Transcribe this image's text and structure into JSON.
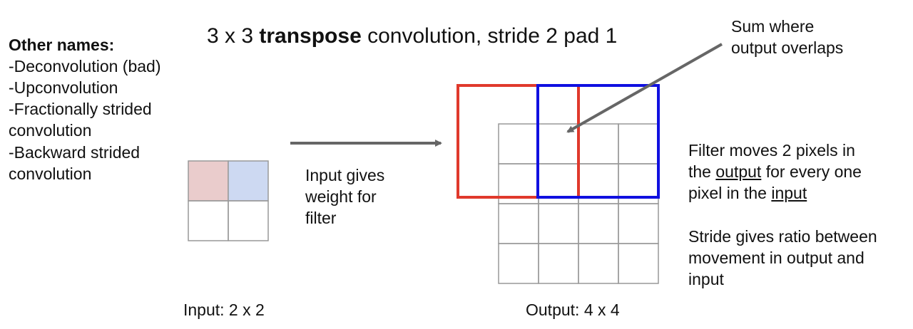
{
  "title": {
    "prefix": "3 x 3 ",
    "bold": "transpose",
    "suffix": " convolution, stride 2 pad 1"
  },
  "other_names": {
    "heading": "Other names:",
    "items": [
      "-Deconvolution (bad)",
      "-Upconvolution",
      "-Fractionally strided",
      "convolution",
      "-Backward strided",
      "convolution"
    ]
  },
  "input_grid": {
    "label": "Input: 2 x 2",
    "rows": 2,
    "cols": 2,
    "highlighted_cells": [
      {
        "row": 0,
        "col": 0,
        "color": "#eacccc"
      },
      {
        "row": 0,
        "col": 1,
        "color": "#cdd9f2"
      }
    ]
  },
  "arrow_text": [
    "Input gives",
    "weight for",
    "filter"
  ],
  "output_grid": {
    "label": "Output: 4 x 4",
    "rows": 4,
    "cols": 4,
    "filter_colors": {
      "first": "#e0392c",
      "second": "#1010e0"
    }
  },
  "callout": [
    "Sum where",
    "output overlaps"
  ],
  "explanation": {
    "line1": "Filter moves 2 pixels in",
    "line2_pre": "the ",
    "line2_u": "output",
    "line2_post": " for every one",
    "line3_pre": "pixel in the ",
    "line3_u": "input",
    "line4": "Stride gives ratio between",
    "line5": "movement in output and",
    "line6": "input"
  },
  "colors": {
    "grid": "#999999",
    "arrow": "#666666",
    "text": "#111111"
  }
}
